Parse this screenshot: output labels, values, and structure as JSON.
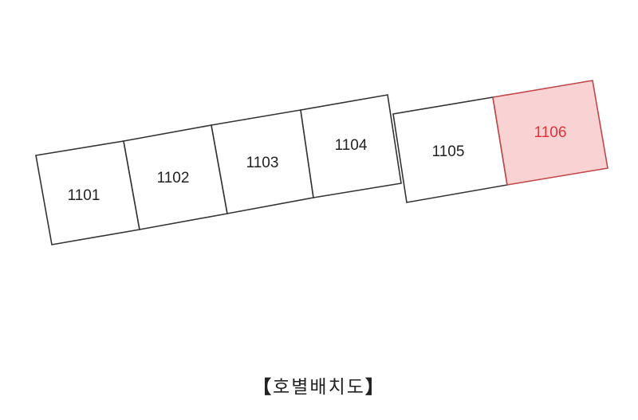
{
  "diagram": {
    "title": "호별배치도",
    "title_brackets": {
      "open": "【",
      "close": "】"
    },
    "highlight_color": "#d9353a",
    "highlight_fill": "#f9d3d4",
    "units": [
      {
        "id": "1101",
        "label": "1101",
        "highlighted": false
      },
      {
        "id": "1102",
        "label": "1102",
        "highlighted": false
      },
      {
        "id": "1103",
        "label": "1103",
        "highlighted": false
      },
      {
        "id": "1104",
        "label": "1104",
        "highlighted": false
      },
      {
        "id": "1105",
        "label": "1105",
        "highlighted": false
      },
      {
        "id": "1106",
        "label": "1106",
        "highlighted": true
      }
    ]
  }
}
